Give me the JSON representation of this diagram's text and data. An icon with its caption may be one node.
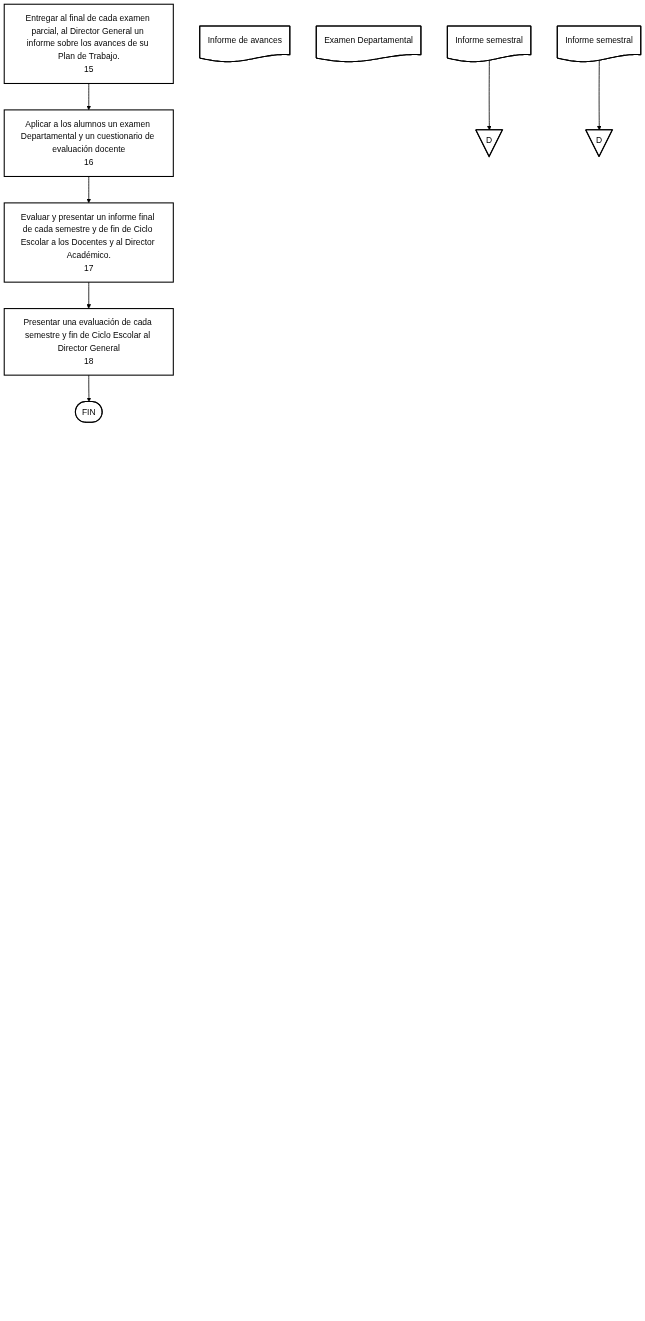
{
  "diagram": {
    "nodes": [
      {
        "text": [
          "Entregar al final de cada examen parcial, al Director General un informe sobre los avances de su Plan de Trabajo.",
          "15"
        ]
      },
      {
        "text": [
          "Informe de avances"
        ]
      },
      {
        "text": [
          "Aplicar a los alumnos un examen Departamental y un cuestionario de evaluación docente",
          "16"
        ]
      },
      {
        "text": [
          "Examen Departamental"
        ]
      },
      {
        "text": [
          "Evaluar y presentar un informe final de cada semestre y de fin de Ciclo Escolar a los Docentes y al Director Académico.",
          "17"
        ]
      },
      {
        "text": [
          "Informe semestral"
        ]
      },
      {
        "text": [
          "D"
        ]
      },
      {
        "text": [
          "Presentar una evaluación de cada semestre y fin de Ciclo Escolar al Director General",
          "18"
        ]
      },
      {
        "text": [
          "Informe semestral"
        ]
      },
      {
        "text": [
          "D"
        ]
      },
      {
        "text": [
          "FIN"
        ]
      }
    ],
    "edges": [
      {
        "from": 0,
        "to": 2,
        "arrow": "to"
      },
      {
        "from": 2,
        "to": 4,
        "arrow": "to"
      },
      {
        "from": 4,
        "to": 7,
        "arrow": "to"
      },
      {
        "from": 7,
        "to": 10,
        "arrow": "to"
      },
      {
        "from": 5,
        "to": 6,
        "arrow": "to"
      },
      {
        "from": 8,
        "to": 9,
        "arrow": "to"
      }
    ]
  }
}
